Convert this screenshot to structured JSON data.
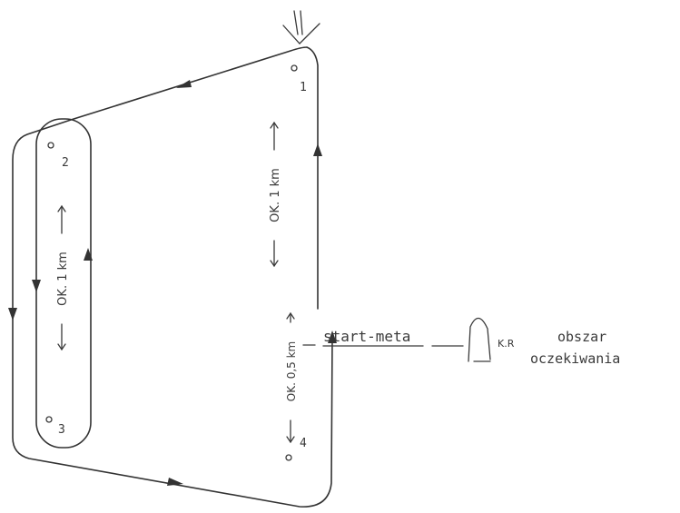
{
  "points": [
    {
      "id": "p1",
      "label": "1"
    },
    {
      "id": "p2",
      "label": "2"
    },
    {
      "id": "p3",
      "label": "3"
    },
    {
      "id": "p4",
      "label": "4"
    }
  ],
  "distances": {
    "right_leg": "OK. 1 km",
    "left_leg": "OK. 1 km",
    "start_leg": "OK. 0,5 km"
  },
  "labels": {
    "start_meta": "start-meta",
    "kr": "K.R",
    "waiting_area_line1": "obszar",
    "waiting_area_line2": "oczekiwania"
  },
  "colors": {
    "ink": "#333333",
    "background": "#ffffff"
  }
}
